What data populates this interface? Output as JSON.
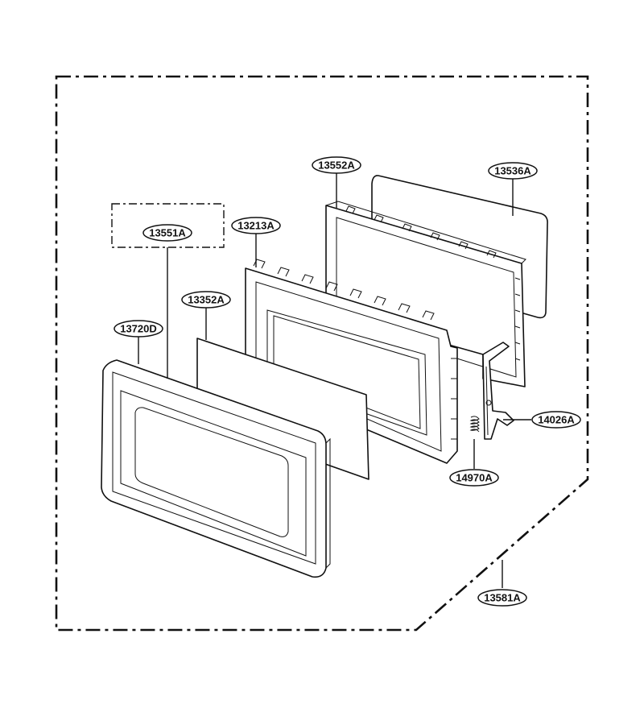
{
  "callouts": [
    {
      "id": "c-13552A",
      "text": "13552A"
    },
    {
      "id": "c-13536A",
      "text": "13536A"
    },
    {
      "id": "c-13551A",
      "text": "13551A"
    },
    {
      "id": "c-13213A",
      "text": "13213A"
    },
    {
      "id": "c-13352A",
      "text": "13352A"
    },
    {
      "id": "c-13720D",
      "text": "13720D"
    },
    {
      "id": "c-14026A",
      "text": "14026A"
    },
    {
      "id": "c-14970A",
      "text": "14970A"
    },
    {
      "id": "c-13581A",
      "text": "13581A"
    }
  ]
}
